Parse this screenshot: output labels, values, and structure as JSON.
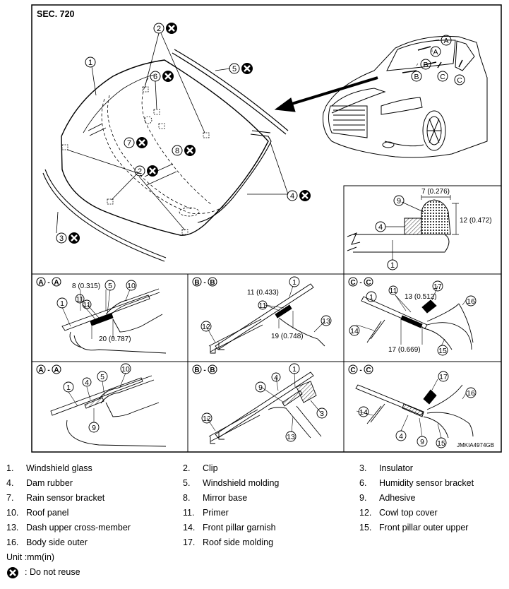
{
  "diagram": {
    "section_label": "SEC. 720",
    "figure_code": "JMKIA4974GB",
    "callouts": [
      "1",
      "2",
      "3",
      "4",
      "5",
      "6",
      "7",
      "8",
      "9",
      "10",
      "11",
      "12",
      "13",
      "14",
      "15",
      "16",
      "17"
    ],
    "section_markers": [
      "A",
      "B",
      "C"
    ],
    "section_views": [
      {
        "from": "A",
        "to": "A"
      },
      {
        "from": "B",
        "to": "B"
      },
      {
        "from": "C",
        "to": "C"
      },
      {
        "from": "A",
        "to": "A"
      },
      {
        "from": "B",
        "to": "B"
      },
      {
        "from": "C",
        "to": "C"
      }
    ],
    "dimensions": {
      "adhesive_width": "7 (0.276)",
      "adhesive_height": "12 (0.472)",
      "a_primer_width": "8 (0.315)",
      "a_glass_edge": "20 (0.787)",
      "b_primer_width": "11 (0.433)",
      "b_glass_edge": "19 (0.748)",
      "c_primer_width": "13 (0.512)",
      "c_glass_edge": "17 (0.669)"
    }
  },
  "legend": {
    "items": [
      {
        "num": "1.",
        "name": "Windshield glass"
      },
      {
        "num": "2.",
        "name": "Clip"
      },
      {
        "num": "3.",
        "name": "Insulator"
      },
      {
        "num": "4.",
        "name": "Dam rubber"
      },
      {
        "num": "5.",
        "name": "Windshield molding"
      },
      {
        "num": "6.",
        "name": "Humidity sensor bracket"
      },
      {
        "num": "7.",
        "name": "Rain sensor bracket"
      },
      {
        "num": "8.",
        "name": "Mirror base"
      },
      {
        "num": "9.",
        "name": "Adhesive"
      },
      {
        "num": "10.",
        "name": "Roof panel"
      },
      {
        "num": "11.",
        "name": "Primer"
      },
      {
        "num": "12.",
        "name": "Cowl top cover"
      },
      {
        "num": "13.",
        "name": "Dash upper cross-member"
      },
      {
        "num": "14.",
        "name": "Front pillar garnish"
      },
      {
        "num": "15.",
        "name": "Front pillar outer upper"
      },
      {
        "num": "16.",
        "name": "Body side outer"
      },
      {
        "num": "17.",
        "name": "Roof side molding"
      }
    ],
    "unit_label": "Unit :mm(in)",
    "do_not_reuse_label": ": Do not reuse",
    "do_not_reuse_icon": "do-not-reuse-icon"
  }
}
